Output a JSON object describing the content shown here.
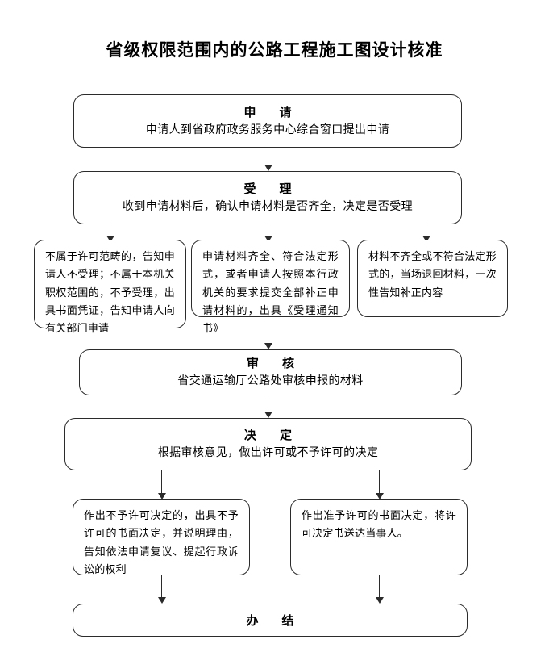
{
  "document": {
    "title": "省级权限范围内的公路工程施工图设计核准",
    "type": "flowchart",
    "orientation": "top-to-bottom"
  },
  "chart_data": {
    "type": "diagram",
    "title": "省级权限范围内的公路工程施工图设计核准",
    "nodes": [
      {
        "id": "apply",
        "kind": "stage",
        "heading": "申　请",
        "desc": "申请人到省政府政务服务中心综合窗口提出申请"
      },
      {
        "id": "accept",
        "kind": "stage",
        "heading": "受　理",
        "desc": "收到申请材料后，确认申请材料是否齐全，决定是否受理"
      },
      {
        "id": "branch-out-of-scope",
        "kind": "detail",
        "body": "不属于许可范畴的，告知申请人不受理；不属于本机关职权范围的，不予受理，出具书面凭证，告知申请人向有关部门申请"
      },
      {
        "id": "branch-complete",
        "kind": "detail",
        "body": "申请材料齐全、符合法定形式，或者申请人按照本行政机关的要求提交全部补正申请材料的，出具《受理通知书》"
      },
      {
        "id": "branch-incomplete",
        "kind": "detail",
        "body": "材料不齐全或不符合法定形式的，当场退回材料，一次性告知补正内容"
      },
      {
        "id": "review",
        "kind": "stage",
        "heading": "审　核",
        "desc": "省交通运输厅公路处审核申报的材料"
      },
      {
        "id": "decide",
        "kind": "stage",
        "heading": "决　定",
        "desc": "根据审核意见，做出许可或不予许可的决定"
      },
      {
        "id": "outcome-denied",
        "kind": "detail",
        "body": "作出不予许可决定的，出具不予许可的书面决定，并说明理由，告知依法申请复议、提起行政诉讼的权利"
      },
      {
        "id": "outcome-approved",
        "kind": "detail",
        "body": "作出准予许可的书面决定，将许可决定书送达当事人。"
      },
      {
        "id": "complete",
        "kind": "terminal",
        "heading": "办　结"
      }
    ],
    "edges": [
      {
        "from": "apply",
        "to": "accept"
      },
      {
        "from": "accept",
        "to": "branch-out-of-scope"
      },
      {
        "from": "accept",
        "to": "branch-complete"
      },
      {
        "from": "accept",
        "to": "branch-incomplete"
      },
      {
        "from": "branch-complete",
        "to": "review"
      },
      {
        "from": "review",
        "to": "decide"
      },
      {
        "from": "decide",
        "to": "outcome-denied"
      },
      {
        "from": "decide",
        "to": "outcome-approved"
      },
      {
        "from": "outcome-denied",
        "to": "complete"
      },
      {
        "from": "outcome-approved",
        "to": "complete"
      }
    ],
    "colors": {
      "stroke": "#2b2b2b",
      "fill": "#ffffff",
      "text": "#000000"
    }
  }
}
